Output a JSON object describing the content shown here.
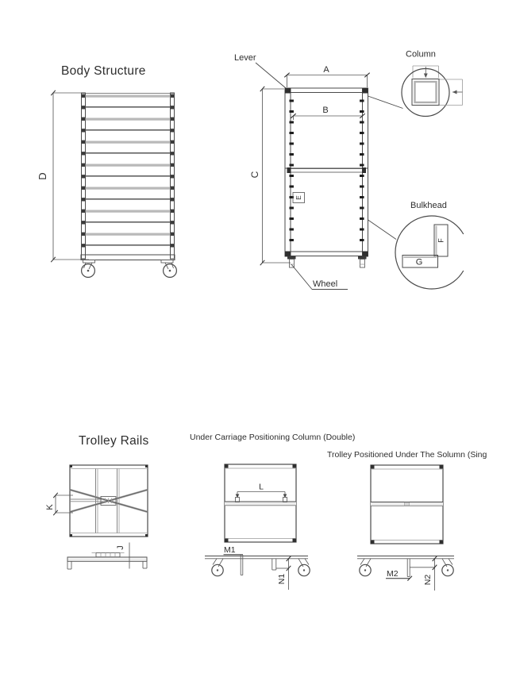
{
  "colors": {
    "background": "#ffffff",
    "line_dark": "#4a4a4a",
    "line_gray": "#999999",
    "rail_fill": "#bdbdbd",
    "text": "#2d2d2d"
  },
  "body_structure": {
    "title": "Body Structure",
    "dim_d": "D",
    "front_view": {
      "label_lever": "Lever",
      "label_wheel": "Wheel",
      "dim_a": "A",
      "dim_b": "B",
      "dim_c": "C",
      "dim_e": "E"
    },
    "column_detail": {
      "label": "Column"
    },
    "bulkhead_detail": {
      "label": "Bulkhead",
      "dim_f": "F",
      "dim_g": "G"
    }
  },
  "trolley_rails": {
    "title": "Trolley Rails",
    "top_view": {
      "dim_k": "K",
      "dim_j": "J"
    },
    "double": {
      "title": "Under Carriage Positioning Column (Double)",
      "dim_l": "L",
      "dim_m1": "M1",
      "dim_n1": "N1"
    },
    "single": {
      "title": "Trolley Positioned Under The Solumn (Sing",
      "dim_m2": "M2",
      "dim_n2": "N2"
    }
  }
}
